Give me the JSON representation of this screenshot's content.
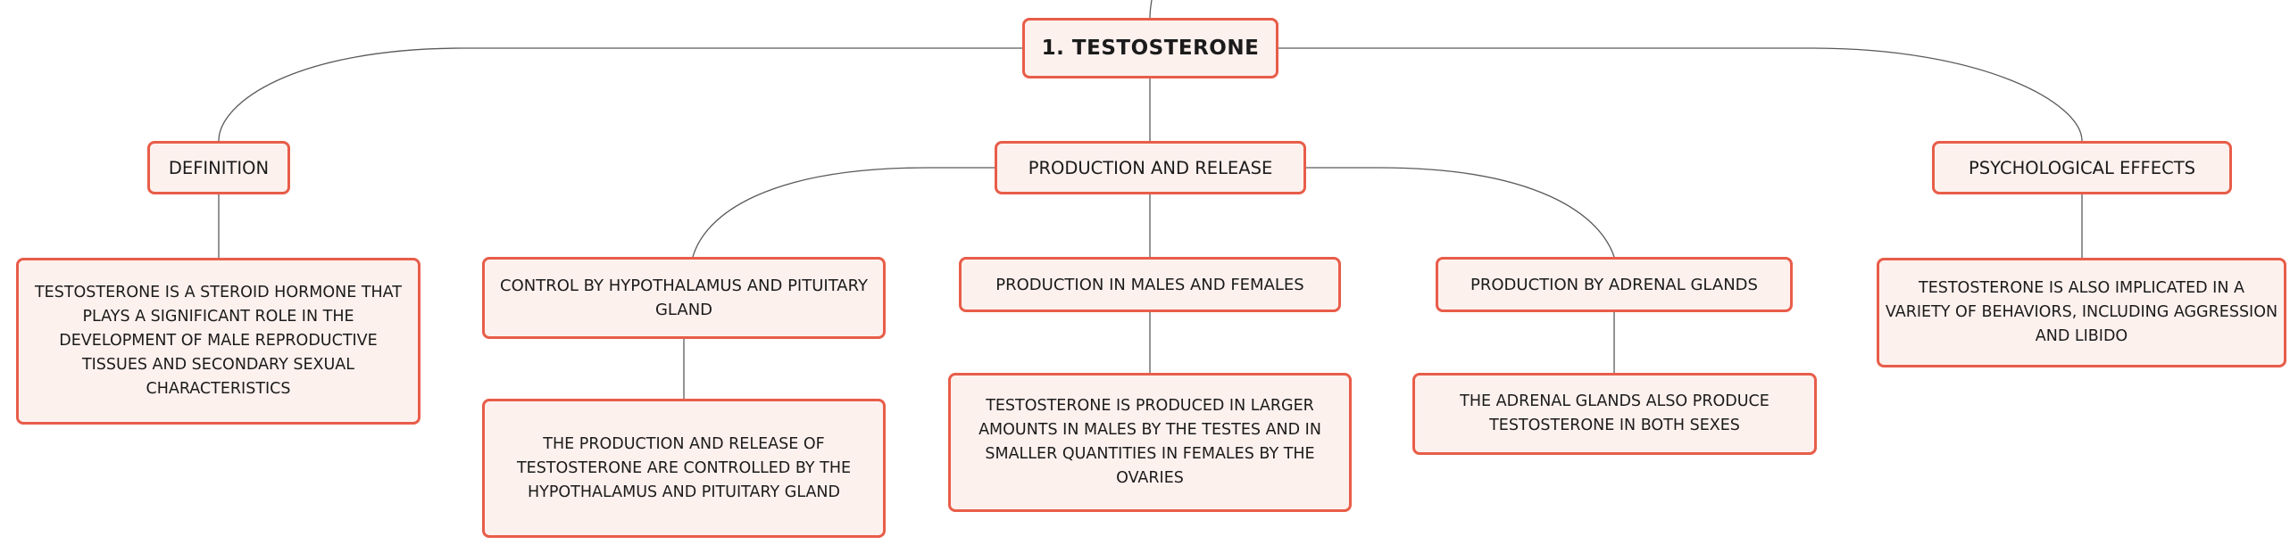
{
  "mindmap": {
    "root": {
      "label": "1. TESTOSTERONE"
    },
    "definition": {
      "label": "DEFINITION",
      "detail": "TESTOSTERONE IS A STEROID HORMONE THAT PLAYS A SIGNIFICANT ROLE IN THE DEVELOPMENT OF MALE REPRODUCTIVE TISSUES AND SECONDARY SEXUAL CHARACTERISTICS"
    },
    "production": {
      "label": "PRODUCTION AND RELEASE",
      "control": {
        "label": "CONTROL BY HYPOTHALAMUS AND PITUITARY GLAND",
        "detail": "THE PRODUCTION AND RELEASE OF TESTOSTERONE ARE CONTROLLED BY THE HYPOTHALAMUS AND PITUITARY GLAND"
      },
      "sexes": {
        "label": "PRODUCTION IN MALES AND FEMALES",
        "detail": "TESTOSTERONE IS PRODUCED IN LARGER AMOUNTS IN MALES BY THE TESTES AND IN SMALLER QUANTITIES IN FEMALES BY THE OVARIES"
      },
      "adrenal": {
        "label": "PRODUCTION BY ADRENAL GLANDS",
        "detail": "THE ADRENAL GLANDS ALSO PRODUCE TESTOSTERONE IN BOTH SEXES"
      }
    },
    "psychological": {
      "label": "PSYCHOLOGICAL EFFECTS",
      "detail": "TESTOSTERONE IS ALSO IMPLICATED IN A VARIETY OF BEHAVIORS, INCLUDING AGGRESSION AND LIBIDO"
    }
  },
  "colors": {
    "node_border": "#e85d49",
    "node_fill": "#fdf1ee",
    "connector": "#5a5a5a"
  }
}
